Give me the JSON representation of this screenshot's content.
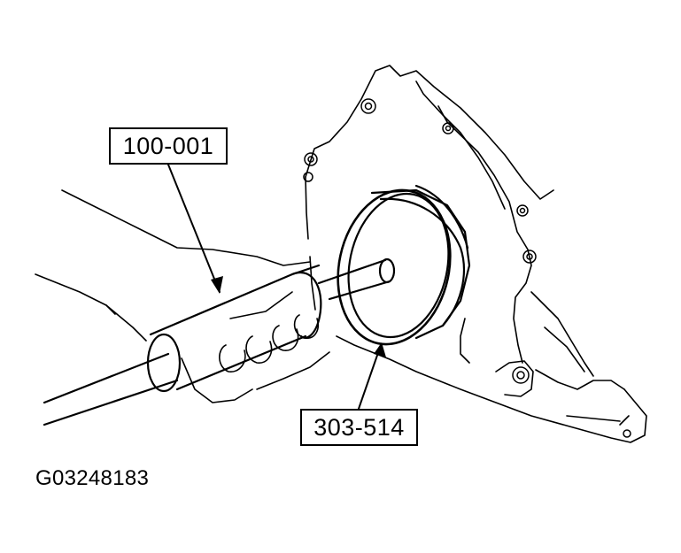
{
  "callouts": {
    "tool_top": "100-001",
    "tool_bottom": "303-514"
  },
  "figure_id": "G03248183",
  "colors": {
    "line": "#000000",
    "background": "#ffffff"
  }
}
